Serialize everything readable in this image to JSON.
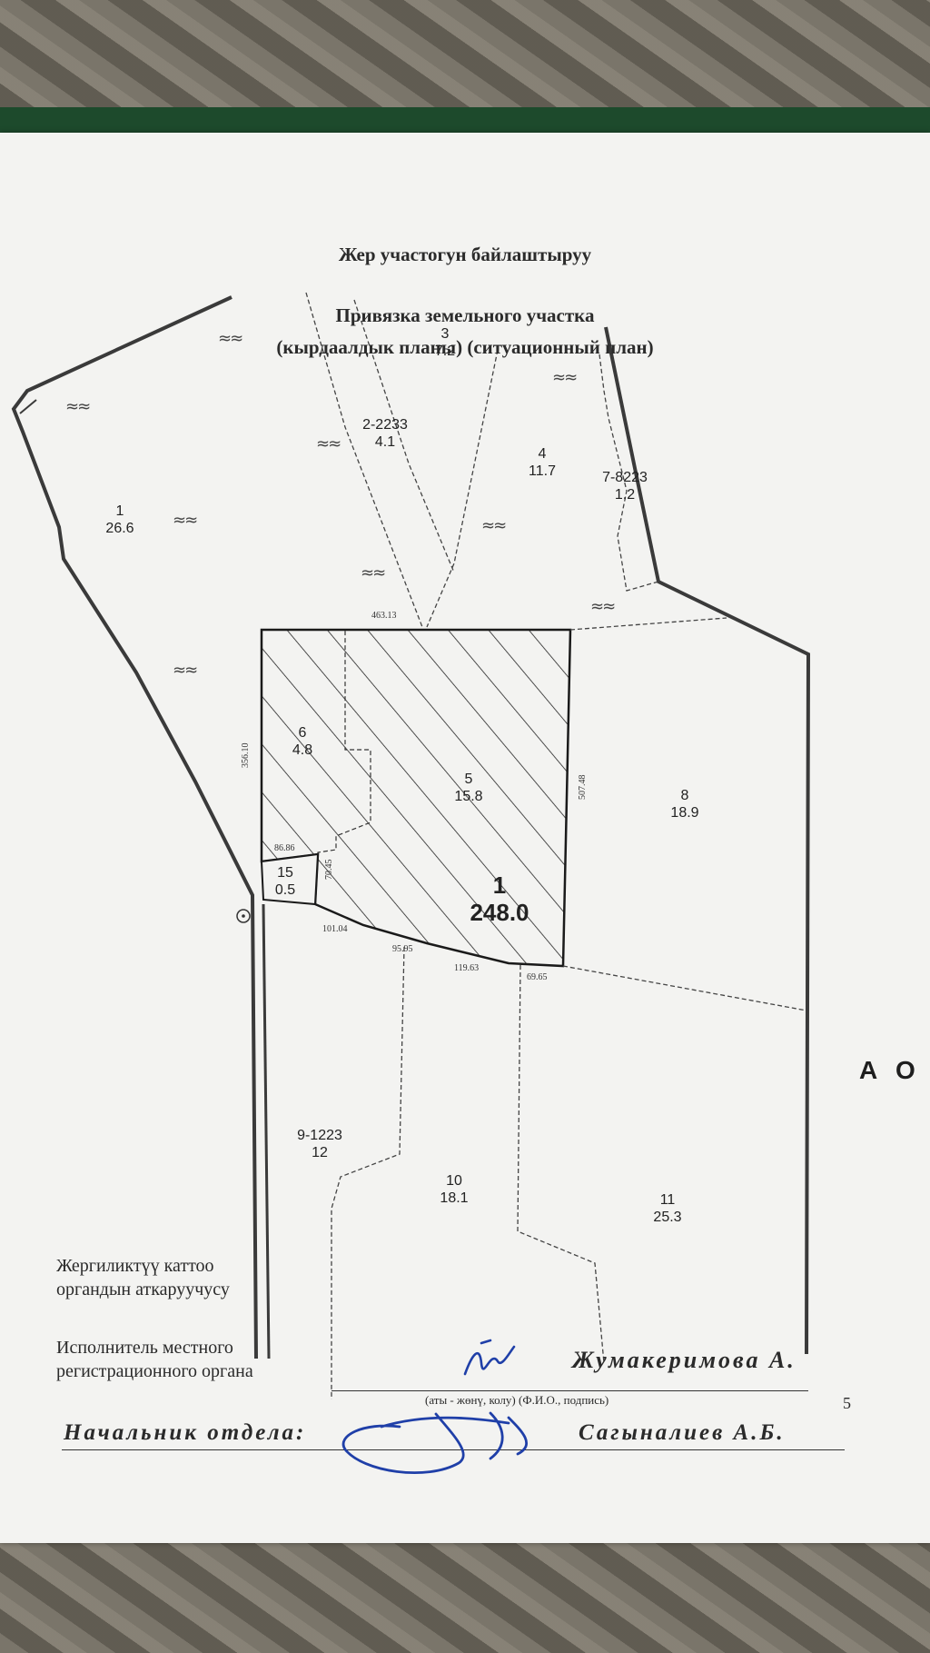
{
  "header": {
    "title_ky": "Жер участогун байлаштыруу",
    "title_ru_line1": "Привязка земельного участка",
    "title_ru_line2": "(кырдаалдык планы) (ситуационный план)"
  },
  "plots": [
    {
      "id": "1",
      "area": "26.6"
    },
    {
      "id": "3",
      "area": "7.2"
    },
    {
      "id": "2-2233",
      "area": "4.1"
    },
    {
      "id": "4",
      "area": "11.7"
    },
    {
      "id": "7-8223",
      "area": "1.2"
    },
    {
      "id": "6",
      "area": "4.8"
    },
    {
      "id": "5",
      "area": "15.8"
    },
    {
      "id": "8",
      "area": "18.9"
    },
    {
      "id": "15",
      "area": "0.5"
    },
    {
      "id": "1",
      "area": "248.0"
    },
    {
      "id": "9-1223",
      "area": "12"
    },
    {
      "id": "10",
      "area": "18.1"
    },
    {
      "id": "11",
      "area": "25.3"
    }
  ],
  "dimensions": [
    "463.13",
    "356.10",
    "507.48",
    "86.86",
    "70.45",
    "101.04",
    "95.95",
    "119.63",
    "69.65"
  ],
  "marsh_symbol": "≈≈",
  "side_code": "А О",
  "signatures": {
    "registrar_ky_line1": "Жергиликтүү каттоо",
    "registrar_ky_line2": "органдын аткаруучусу",
    "registrar_ru_line1": "Исполнитель местного",
    "registrar_ru_line2": "регистрационного органа",
    "registrar_name": "Жумакеримова А.",
    "hint": "(аты - жөнү, колу) (Ф.И.О., подпись)",
    "page_number": "5",
    "chief_title": "Начальник отдела:",
    "chief_name": "Сагыналиев А.Б."
  }
}
